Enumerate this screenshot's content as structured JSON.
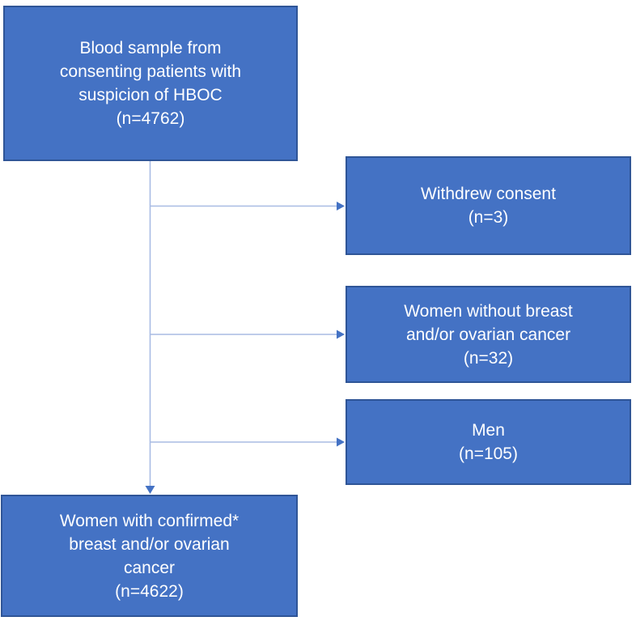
{
  "diagram": {
    "type": "flowchart",
    "boxes": {
      "source": {
        "lines": [
          "Blood sample from",
          "consenting patients with",
          "suspicion of HBOC",
          "(n=4762)"
        ],
        "n": 4762
      },
      "withdrew": {
        "lines": [
          "Withdrew consent",
          "(n=3)"
        ],
        "n": 3
      },
      "women_without_cancer": {
        "lines": [
          "Women without breast",
          "and/or ovarian cancer",
          "(n=32)"
        ],
        "n": 32
      },
      "men": {
        "lines": [
          "Men",
          "(n=105)"
        ],
        "n": 105
      },
      "confirmed": {
        "lines": [
          "Women with confirmed*",
          "breast and/or ovarian",
          "cancer",
          "(n=4622)"
        ],
        "n": 4622
      }
    },
    "edges": [
      {
        "from": "source",
        "to": "withdrew"
      },
      {
        "from": "source",
        "to": "women_without_cancer"
      },
      {
        "from": "source",
        "to": "men"
      },
      {
        "from": "source",
        "to": "confirmed"
      }
    ],
    "colors": {
      "box_fill": "#4472C4",
      "box_border": "#2F5597",
      "connector_line": "#A9BCE4",
      "arrowhead": "#4472C4",
      "text": "#FFFFFF",
      "background": "#FFFFFF"
    }
  }
}
